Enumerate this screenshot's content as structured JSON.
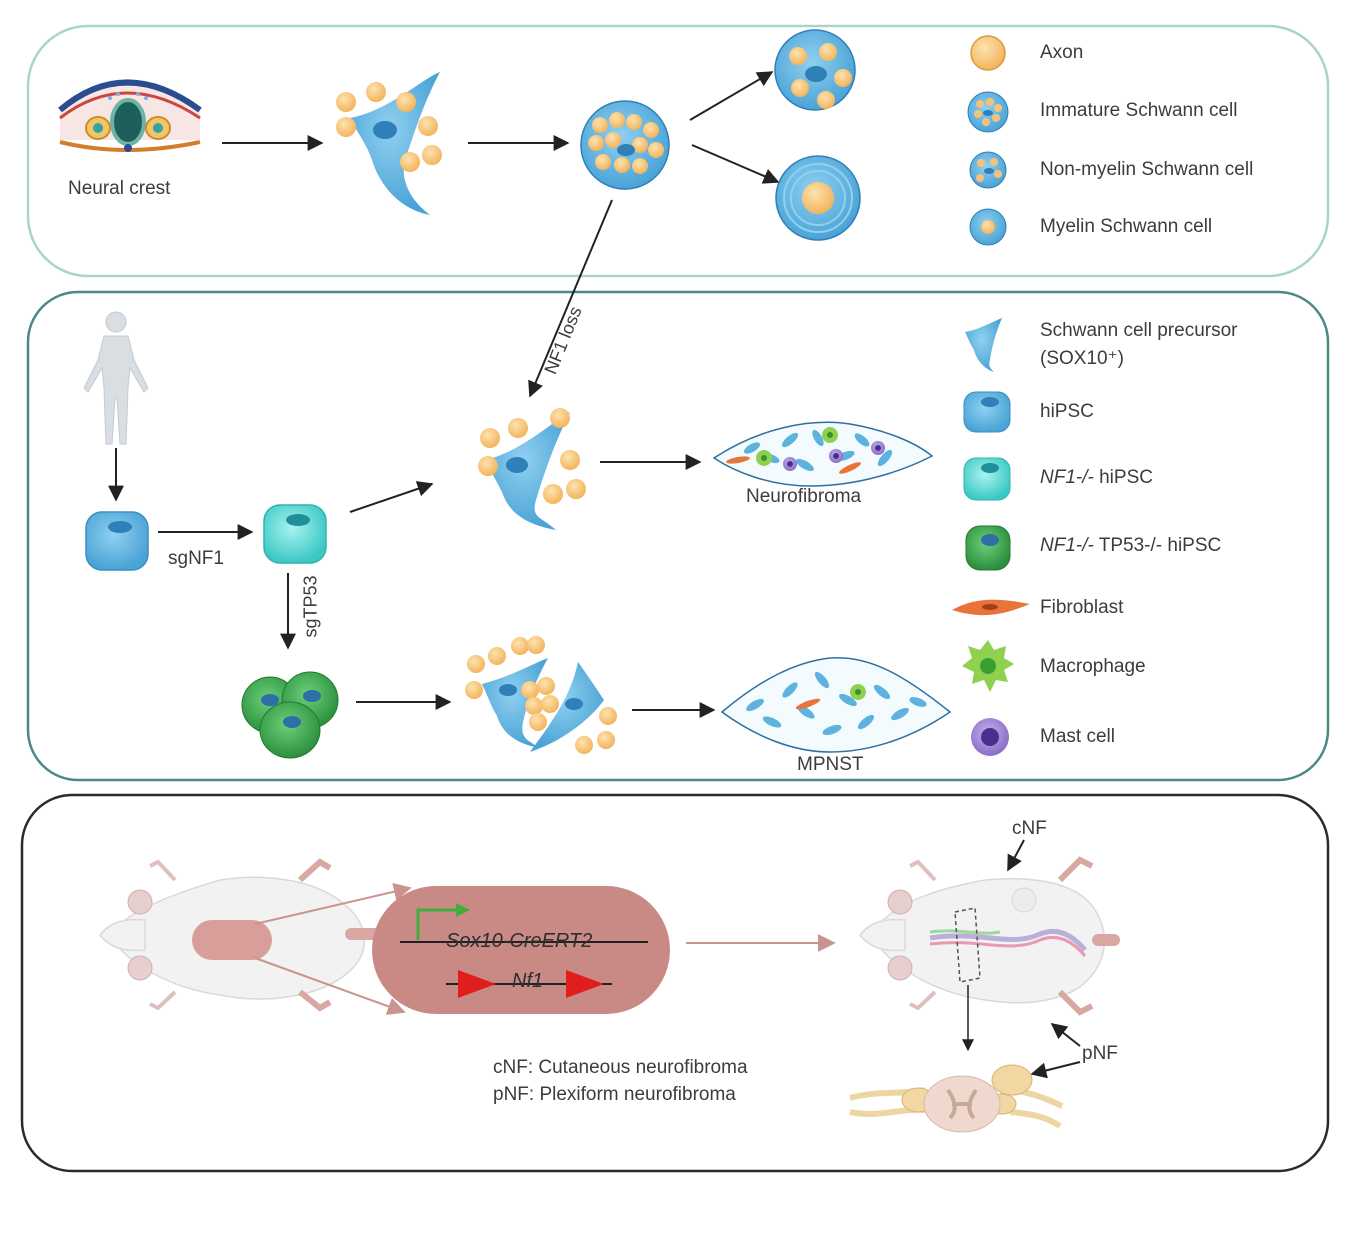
{
  "panel1": {
    "neural_crest_label": "Neural crest"
  },
  "panel2": {
    "nf1_loss_label": "NF1 loss",
    "sgnf1_label": "sgNF1",
    "sgtp53_label": "sgTP53",
    "neurofibroma_label": "Neurofibroma",
    "mpnst_label": "MPNST"
  },
  "legend": {
    "axon": "Axon",
    "immature_schwann": "Immature Schwann cell",
    "nonmyelin_schwann": "Non-myelin Schwann cell",
    "myelin_schwann": "Myelin Schwann cell",
    "precursor_line1": "Schwann cell precursor",
    "precursor_line2": "(SOX10⁺)",
    "hipsc": "hiPSC",
    "nf1_hipsc_gene": "NF1-/-",
    "nf1_hipsc_rest": " hiPSC",
    "nf1_tp53_gene": "NF1-/-",
    "nf1_tp53_rest": " TP53-/- hiPSC",
    "fibroblast": "Fibroblast",
    "macrophage": "Macrophage",
    "mast_cell": "Mast cell"
  },
  "panel3": {
    "construct_gene1": "Sox10-CreERT2",
    "construct_gene2": "Nf1",
    "cnf_label": "cNF",
    "pnf_label": "pNF",
    "cnf_definition": "cNF: Cutaneous neurofibroma",
    "pnf_definition": "pNF: Plexiform neurofibroma"
  },
  "colors": {
    "panel1_border": "#a9d3cf",
    "panel2_border": "#4a8a86",
    "panel3_border": "#2b2b2b",
    "axon": "#f6c27a",
    "schwann_blue": "#5eb3de",
    "nucleus_blue": "#2f7fb8",
    "nf1_cyan": "#6ee0dc",
    "tp53_green": "#3fae4f",
    "fibroblast": "#e8743b",
    "macrophage": "#8fd14f",
    "mast_cell": "#7b5cb8",
    "construct_fill": "#c98a86",
    "loxp_red": "#e01e1e",
    "promoter_green": "#3fae3f"
  }
}
